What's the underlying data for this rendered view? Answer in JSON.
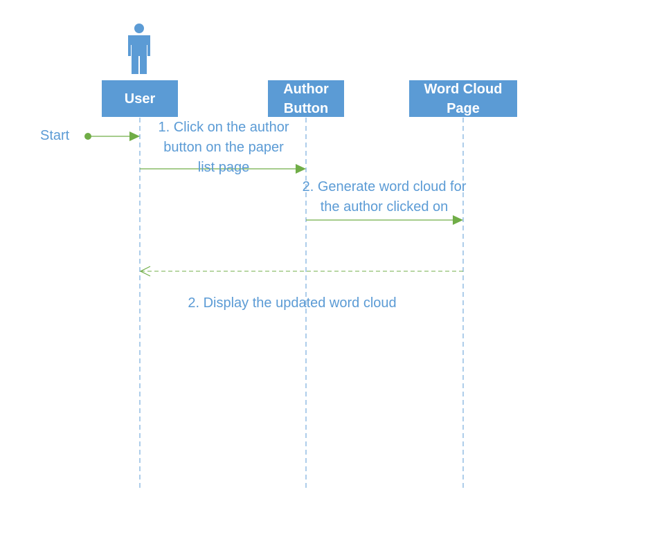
{
  "lifelines": [
    {
      "id": "user",
      "label": "User"
    },
    {
      "id": "author-button",
      "label": "Author\nButton"
    },
    {
      "id": "word-cloud-page",
      "label": "Word Cloud\nPage"
    }
  ],
  "start_label": "Start",
  "messages": [
    {
      "label": "1. Click on the author\nbutton on the paper\nlist page",
      "from": "user",
      "to": "author-button",
      "style": "solid"
    },
    {
      "label": "2.  Generate word cloud for\nthe author clicked on",
      "from": "author-button",
      "to": "word-cloud-page",
      "style": "solid"
    },
    {
      "label": "2. Display the updated word cloud",
      "from": "word-cloud-page",
      "to": "user",
      "style": "dashed"
    }
  ],
  "colors": {
    "box": "#5b9bd5",
    "text": "#5b9bd5",
    "arrow": "#70ad47",
    "lifeline": "#5b9bd5"
  },
  "icons": {
    "actor": "person-icon"
  }
}
